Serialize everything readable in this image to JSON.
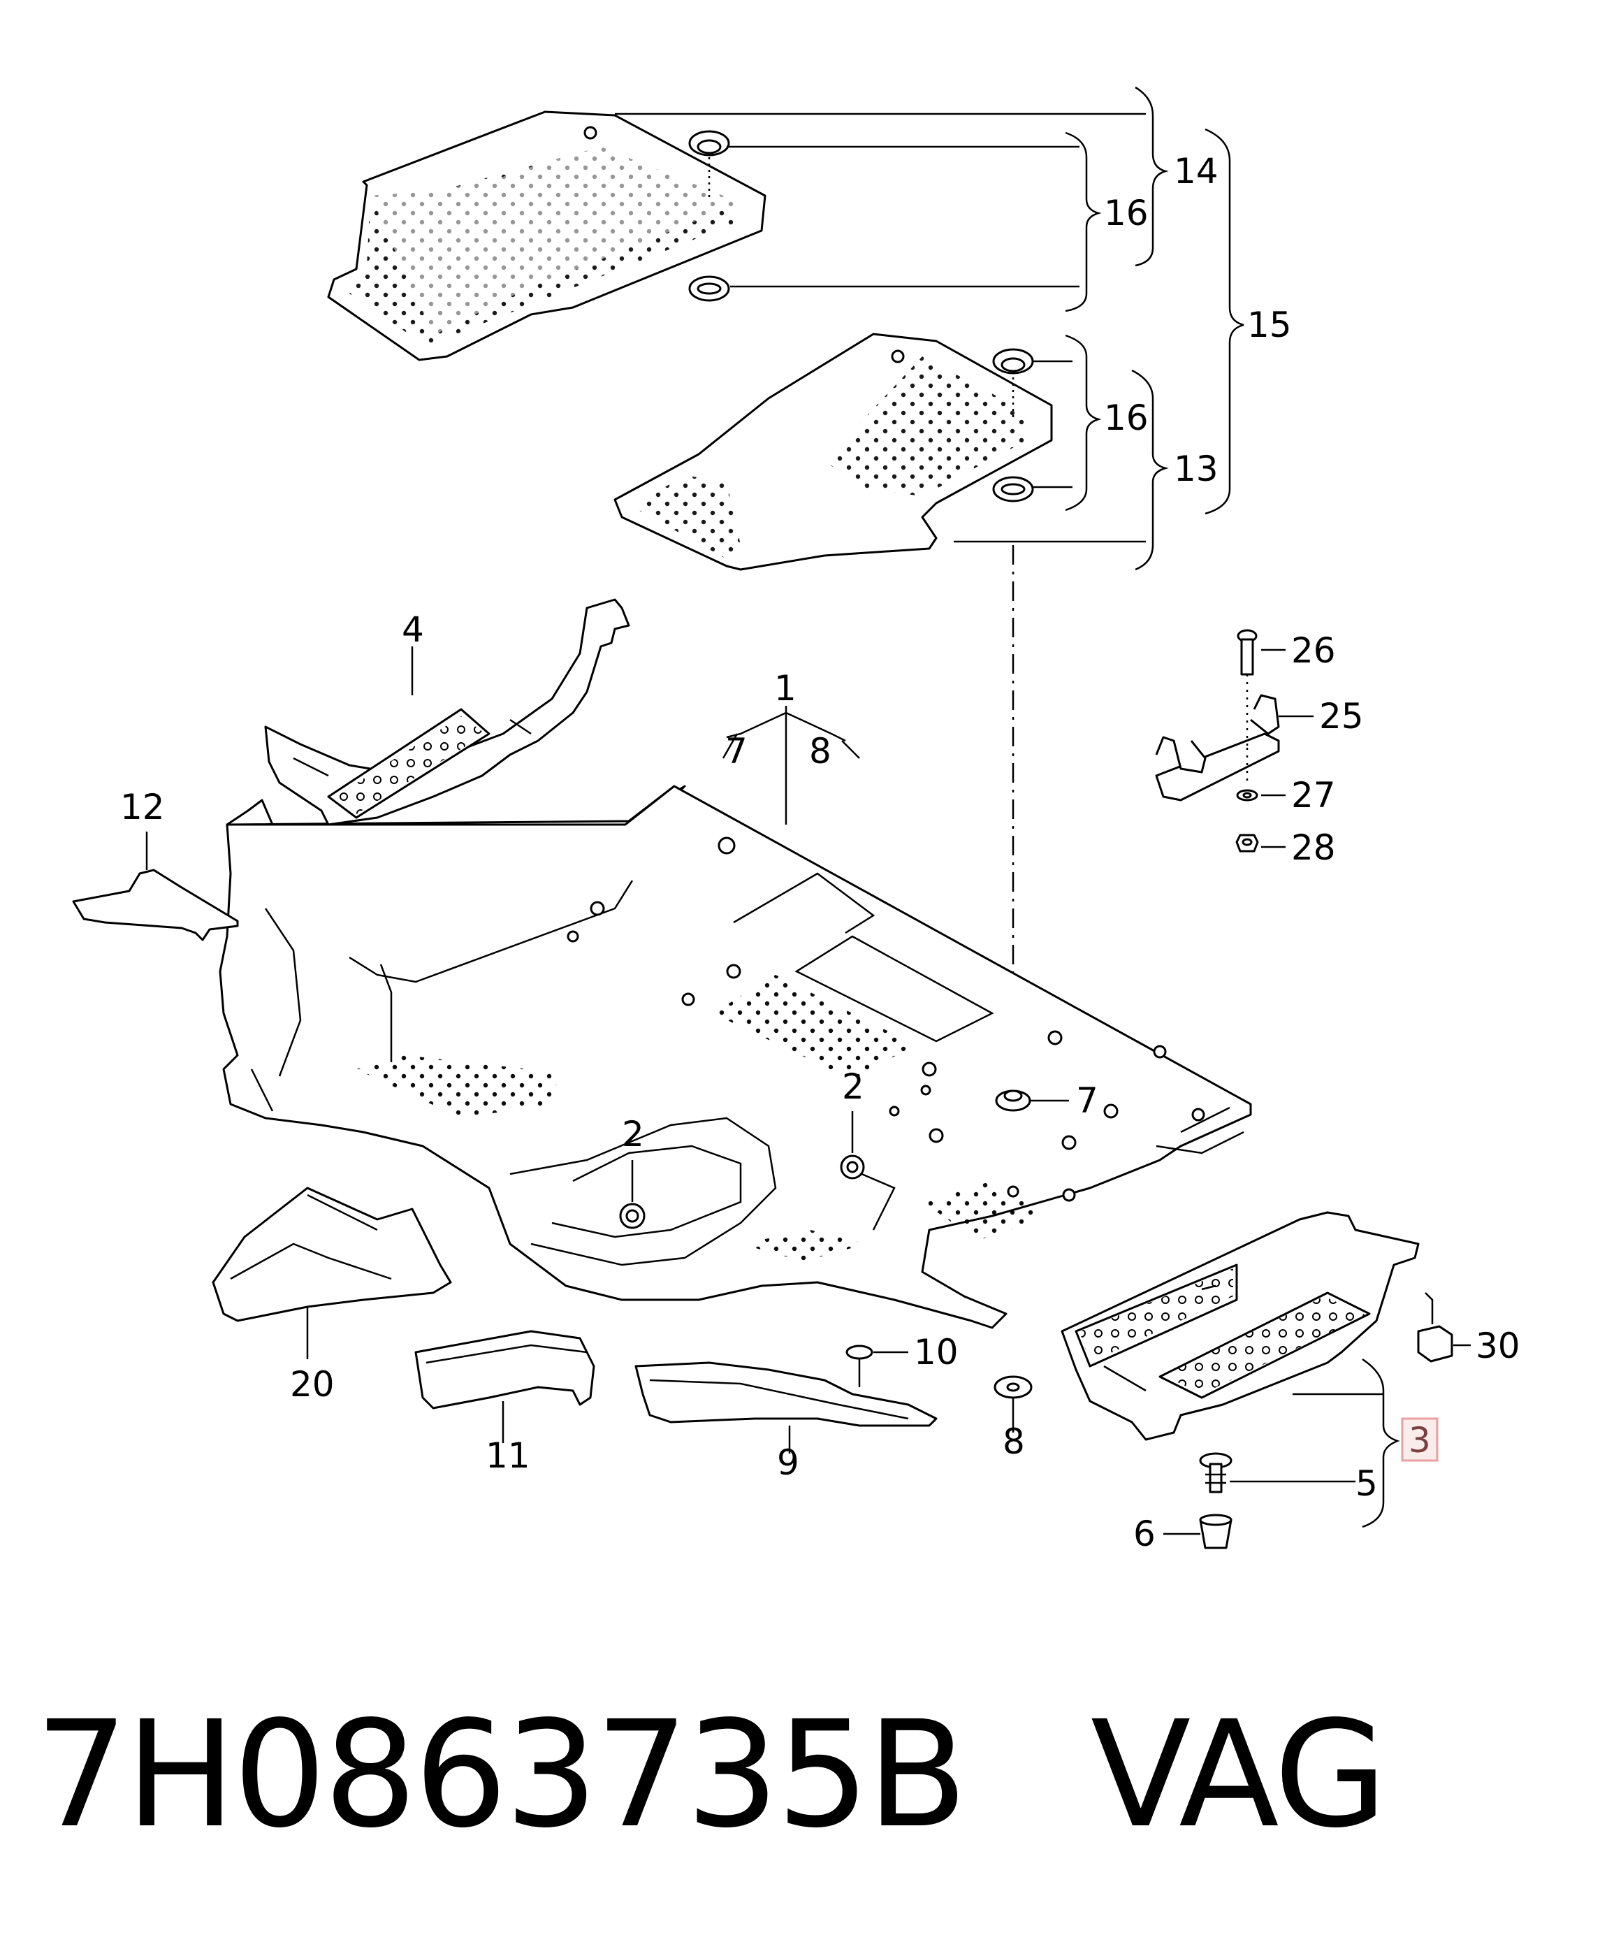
{
  "callouts": {
    "c1": "1",
    "c2a": "2",
    "c2b": "2",
    "c3": "3",
    "c4": "4",
    "c5": "5",
    "c6": "6",
    "c7a": "7",
    "c7b": "7",
    "c8a": "8",
    "c8b": "8",
    "c9": "9",
    "c10": "10",
    "c11": "11",
    "c12": "12",
    "c13": "13",
    "c14": "14",
    "c15": "15",
    "c16a": "16",
    "c16b": "16",
    "c20": "20",
    "c25": "25",
    "c26": "26",
    "c27": "27",
    "c28": "28",
    "c30": "30"
  },
  "highlight_color": "#e8a0a0",
  "footer": {
    "part_number": "7H0863735B",
    "brand": "VAG"
  }
}
